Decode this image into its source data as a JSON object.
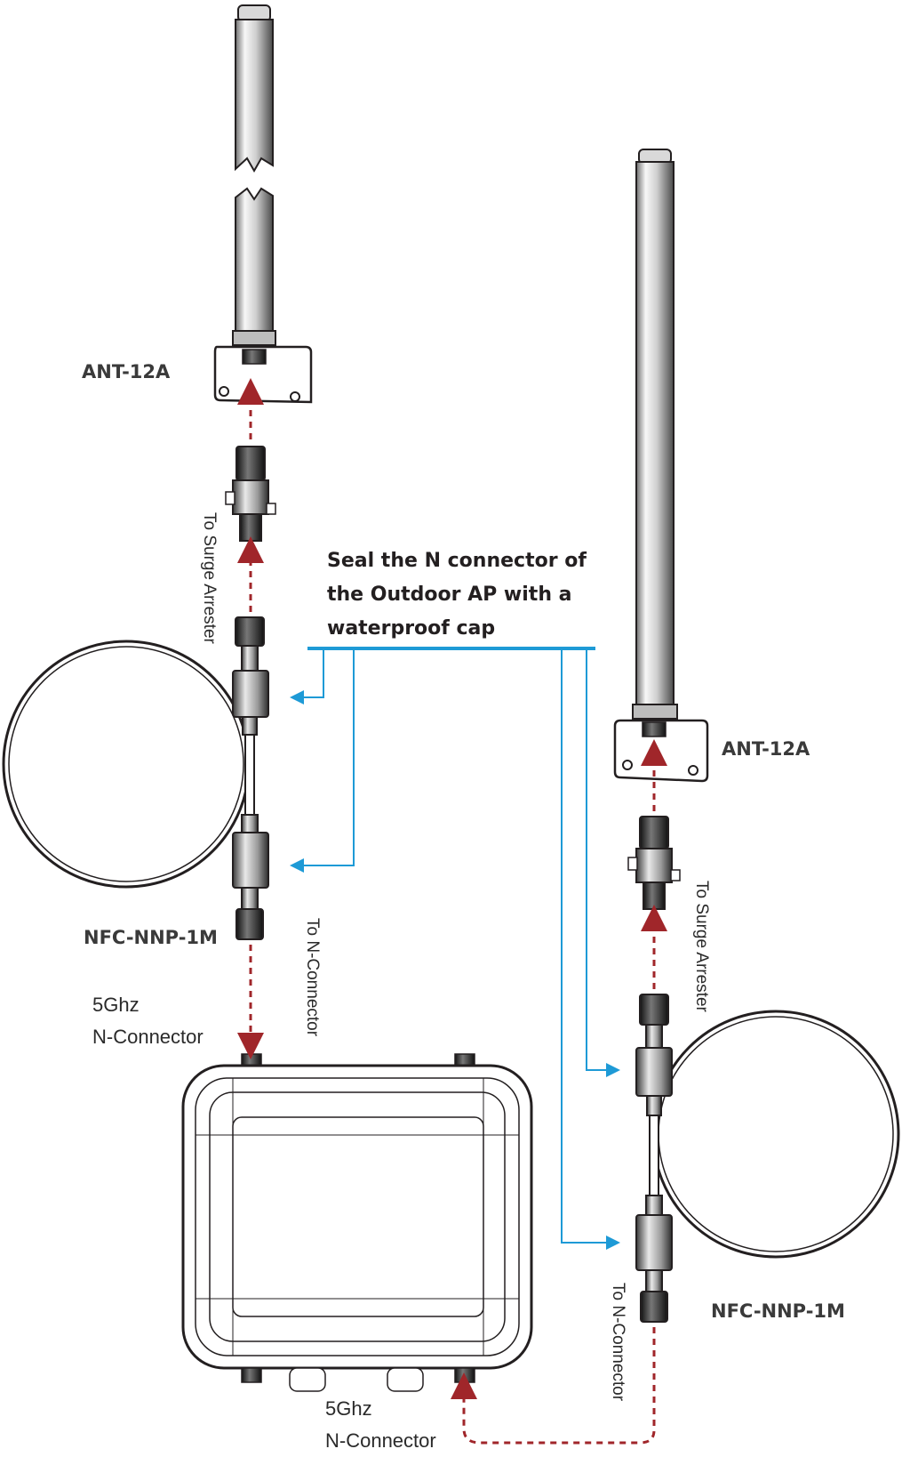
{
  "labels": {
    "antenna_left": "ANT-12A",
    "antenna_right": "ANT-12A",
    "cable_left": "NFC-NNP-1M",
    "cable_right": "NFC-NNP-1M",
    "surge_left": "To Surge Arrester",
    "surge_right": "To Surge Arrester",
    "nconn_left": "To N-Connector",
    "nconn_right": "To N-Connector",
    "port_left_line1": "5Ghz",
    "port_left_line2": "N-Connector",
    "port_bottom_line1": "5Ghz",
    "port_bottom_line2": "N-Connector"
  },
  "note": {
    "line1": "Seal the N connector of",
    "line2": "the Outdoor AP with a",
    "line3": "waterproof cap"
  },
  "colors": {
    "outline": "#231f20",
    "arrow": "#a0262a",
    "callout": "#1e9ad6"
  }
}
